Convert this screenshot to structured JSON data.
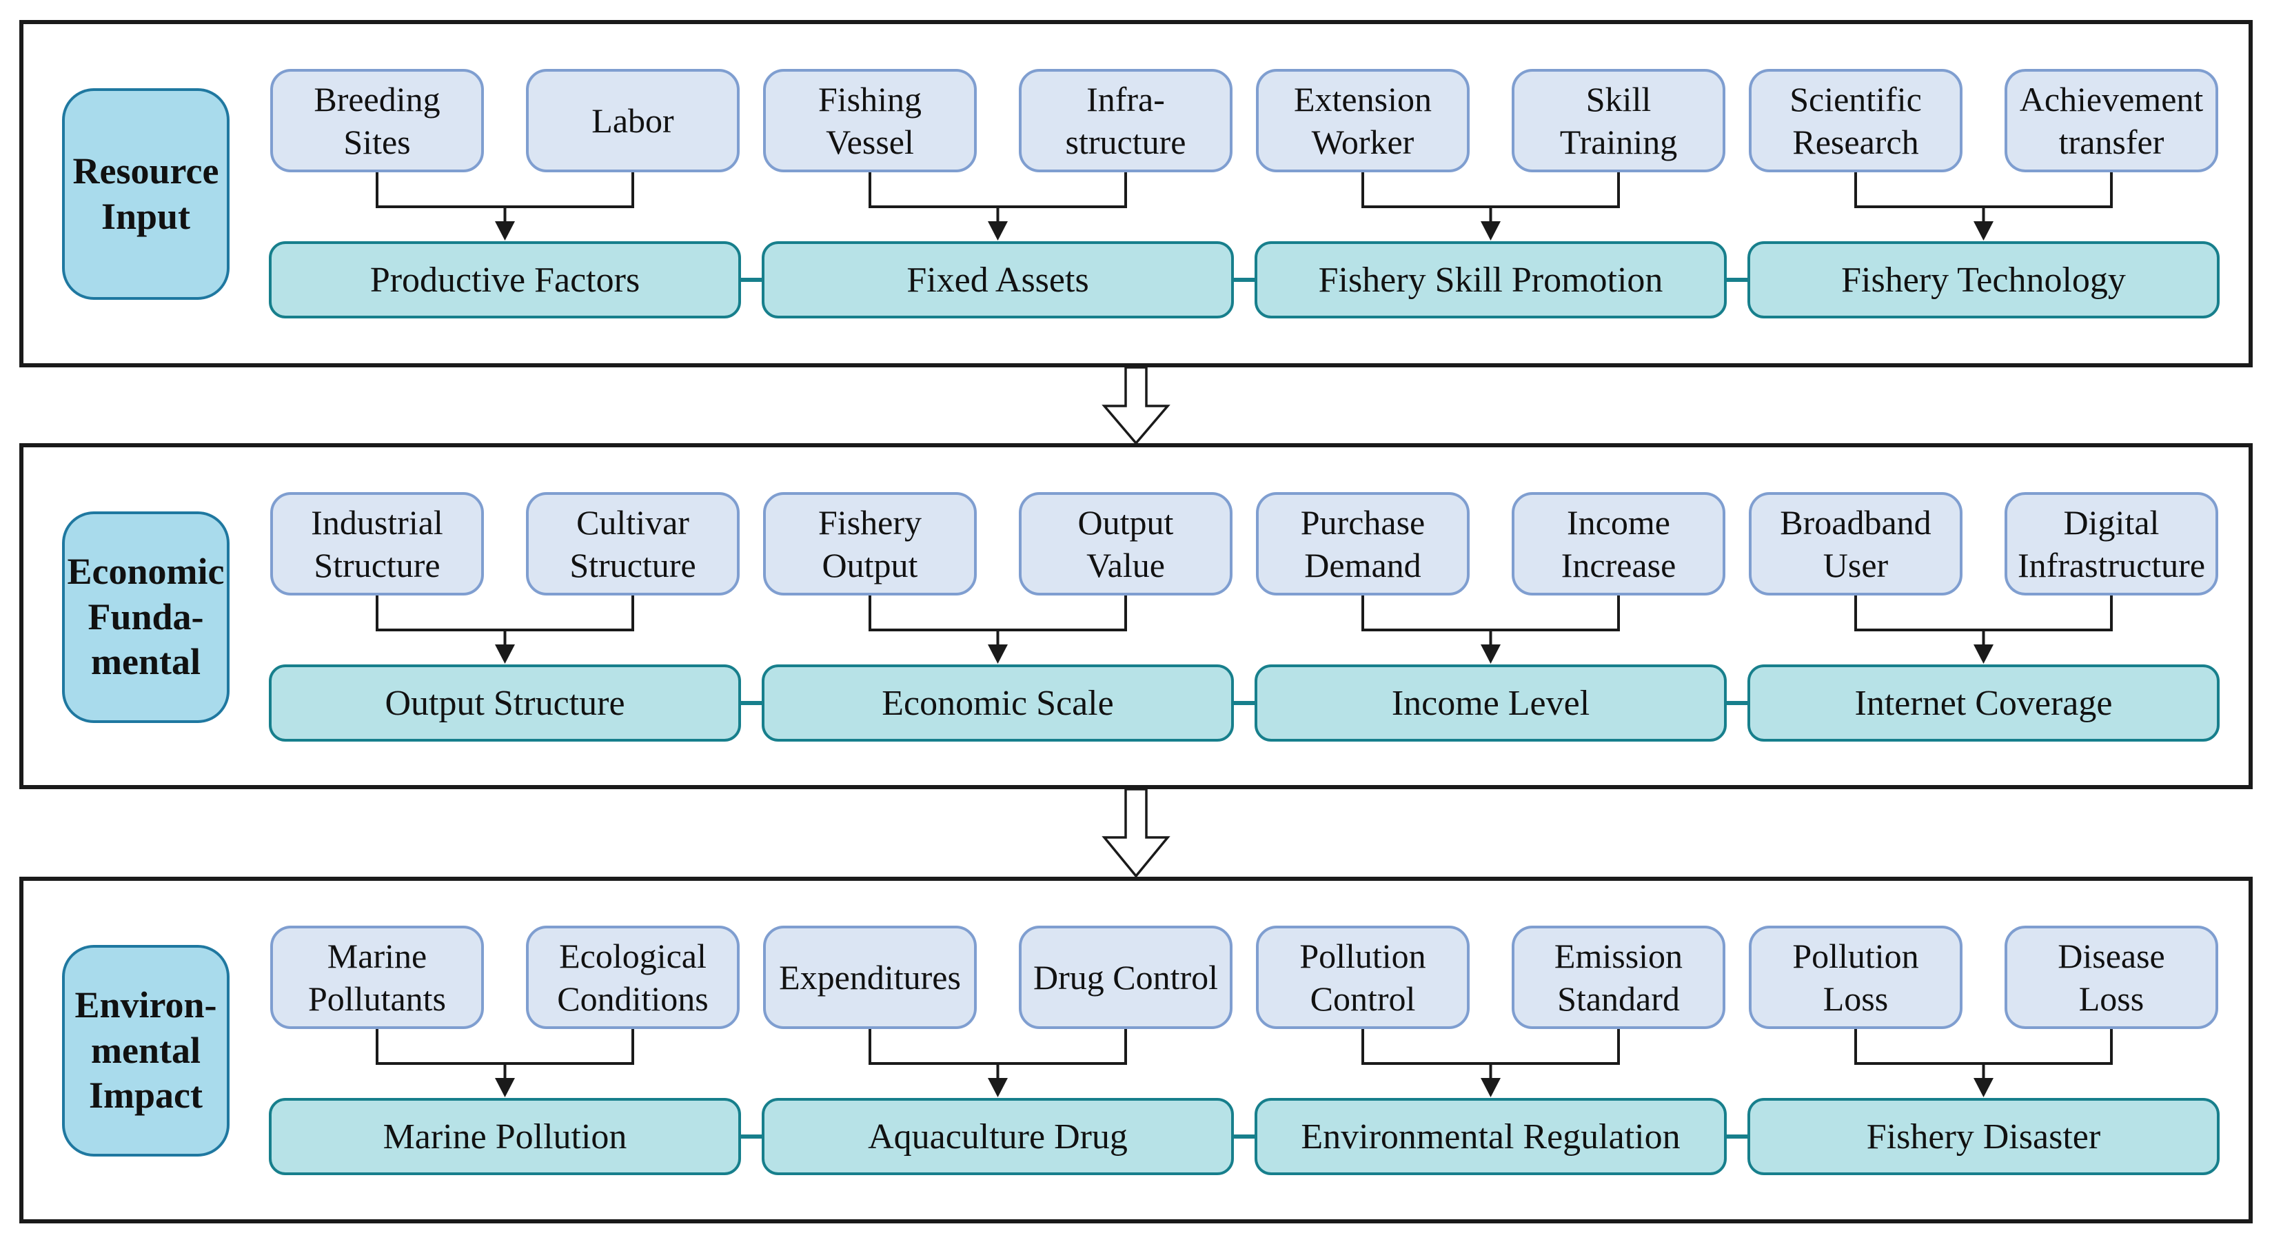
{
  "diagram": {
    "sections": [
      {
        "label": "Resource\nInput",
        "groups": [
          {
            "inputs": [
              "Breeding\nSites",
              "Labor"
            ],
            "output": "Productive Factors"
          },
          {
            "inputs": [
              "Fishing\nVessel",
              "Infra-\nstructure"
            ],
            "output": "Fixed Assets"
          },
          {
            "inputs": [
              "Extension\nWorker",
              "Skill\nTraining"
            ],
            "output": "Fishery Skill Promotion"
          },
          {
            "inputs": [
              "Scientific\nResearch",
              "Achievement\ntransfer"
            ],
            "output": "Fishery Technology"
          }
        ]
      },
      {
        "label": "Economic\nFunda-\nmental",
        "groups": [
          {
            "inputs": [
              "Industrial\nStructure",
              "Cultivar\nStructure"
            ],
            "output": "Output Structure"
          },
          {
            "inputs": [
              "Fishery\nOutput",
              "Output\nValue"
            ],
            "output": "Economic Scale"
          },
          {
            "inputs": [
              "Purchase\nDemand",
              "Income\nIncrease"
            ],
            "output": "Income Level"
          },
          {
            "inputs": [
              "Broadband\nUser",
              "Digital\nInfrastructure"
            ],
            "output": "Internet Coverage"
          }
        ]
      },
      {
        "label": "Environ-\nmental\nImpact",
        "groups": [
          {
            "inputs": [
              "Marine\nPollutants",
              "Ecological\nConditions"
            ],
            "output": "Marine Pollution"
          },
          {
            "inputs": [
              "Expenditures",
              "Drug Control"
            ],
            "output": "Aquaculture Drug"
          },
          {
            "inputs": [
              "Pollution\nControl",
              "Emission\nStandard"
            ],
            "output": "Environmental Regulation"
          },
          {
            "inputs": [
              "Pollution\nLoss",
              "Disease\nLoss"
            ],
            "output": "Fishery Disaster"
          }
        ]
      }
    ],
    "colors": {
      "input_box_fill": "#dbe5f3",
      "input_box_border": "#7f9ed0",
      "output_box_fill": "#b7e2e7",
      "output_box_border": "#177f8c",
      "label_box_fill": "#a9dbec",
      "label_box_border": "#1f78a0",
      "section_border": "#1a1a1a",
      "connector_line": "#1a1a1a",
      "flow_arrow_fill": "#ffffff"
    }
  }
}
